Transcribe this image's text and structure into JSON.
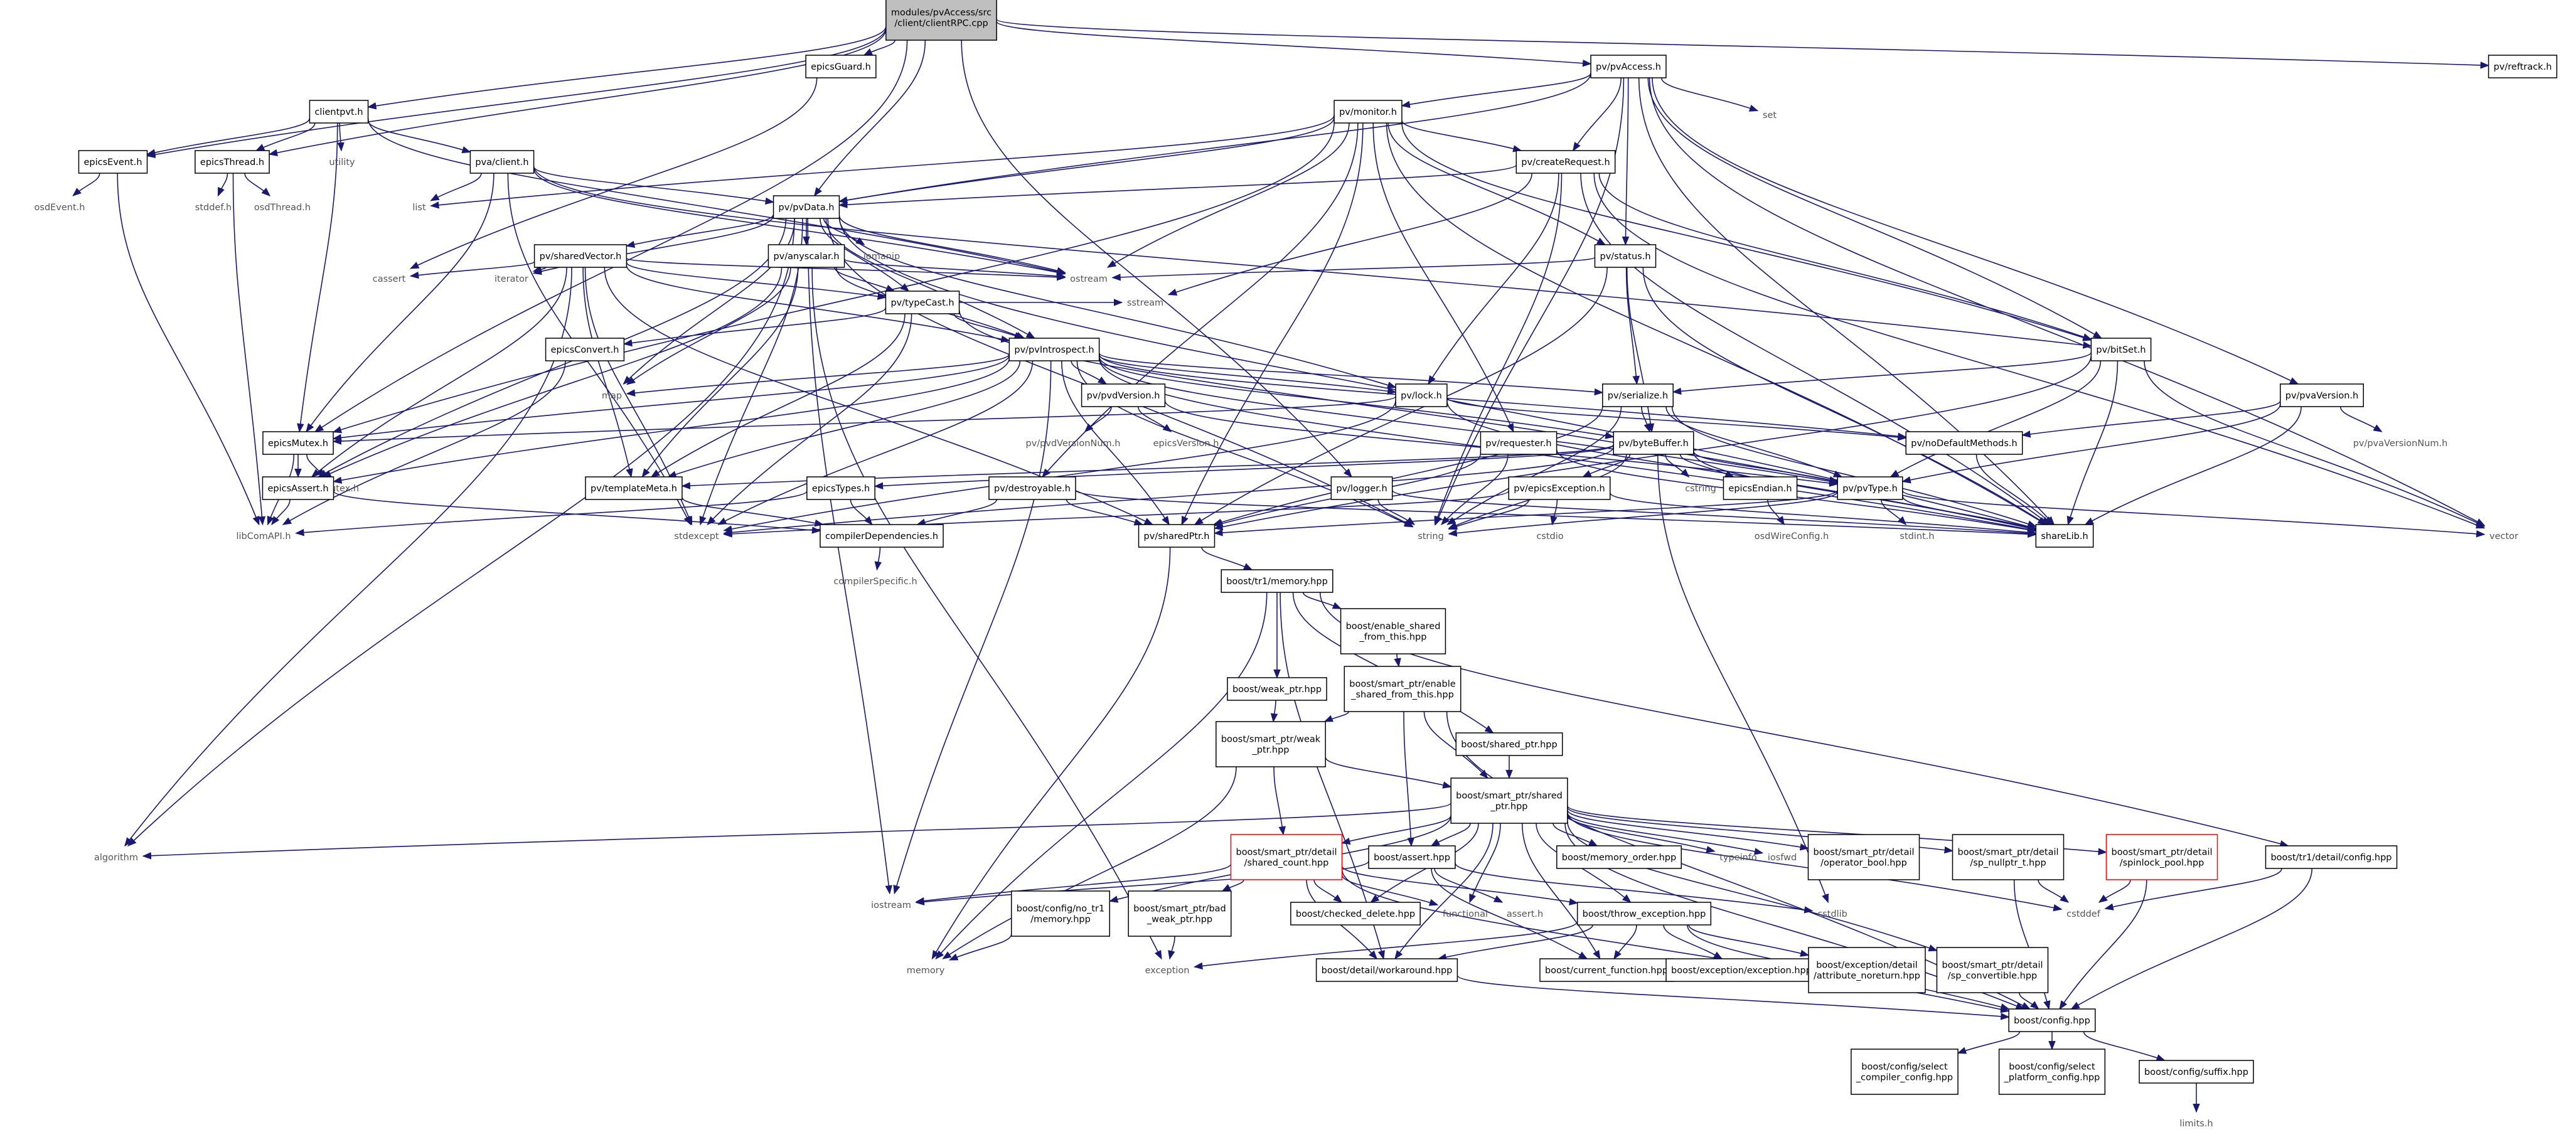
{
  "style": {
    "edge_color": "#191970",
    "box_border": "#000000",
    "external_border": "#bfbfbf",
    "root_fill": "#bfbfbf",
    "unexpanded_border": "#ff0000",
    "text_color": "#000000",
    "external_text": "#555555"
  },
  "nodes": [
    {
      "id": "root",
      "lines": [
        "modules/pvAccess/src",
        "/client/clientRPC.cpp"
      ],
      "kind": "root"
    },
    {
      "id": "epicsGuard",
      "lines": [
        "epicsGuard.h"
      ],
      "kind": "box"
    },
    {
      "id": "pvAccess",
      "lines": [
        "pv/pvAccess.h"
      ],
      "kind": "box"
    },
    {
      "id": "reftrack",
      "lines": [
        "pv/reftrack.h"
      ],
      "kind": "box"
    },
    {
      "id": "clientpvt",
      "lines": [
        "clientpvt.h"
      ],
      "kind": "box"
    },
    {
      "id": "set",
      "lines": [
        "set"
      ],
      "kind": "ext"
    },
    {
      "id": "monitor",
      "lines": [
        "pv/monitor.h"
      ],
      "kind": "box"
    },
    {
      "id": "epicsEvent",
      "lines": [
        "epicsEvent.h"
      ],
      "kind": "box"
    },
    {
      "id": "epicsThread",
      "lines": [
        "epicsThread.h"
      ],
      "kind": "box"
    },
    {
      "id": "utility",
      "lines": [
        "utility"
      ],
      "kind": "ext"
    },
    {
      "id": "pvaclient",
      "lines": [
        "pva/client.h"
      ],
      "kind": "box"
    },
    {
      "id": "createRequest",
      "lines": [
        "pv/createRequest.h"
      ],
      "kind": "box"
    },
    {
      "id": "osdEvent",
      "lines": [
        "osdEvent.h"
      ],
      "kind": "ext"
    },
    {
      "id": "stddef",
      "lines": [
        "stddef.h"
      ],
      "kind": "ext"
    },
    {
      "id": "osdThread",
      "lines": [
        "osdThread.h"
      ],
      "kind": "ext"
    },
    {
      "id": "list",
      "lines": [
        "list"
      ],
      "kind": "ext"
    },
    {
      "id": "pvData",
      "lines": [
        "pv/pvData.h"
      ],
      "kind": "box"
    },
    {
      "id": "iomanip",
      "lines": [
        "iomanip"
      ],
      "kind": "ext"
    },
    {
      "id": "status",
      "lines": [
        "pv/status.h"
      ],
      "kind": "box"
    },
    {
      "id": "sharedVector",
      "lines": [
        "pv/sharedVector.h"
      ],
      "kind": "box"
    },
    {
      "id": "anyscalar",
      "lines": [
        "pv/anyscalar.h"
      ],
      "kind": "box"
    },
    {
      "id": "cassert",
      "lines": [
        "cassert"
      ],
      "kind": "ext"
    },
    {
      "id": "iterator",
      "lines": [
        "iterator"
      ],
      "kind": "ext"
    },
    {
      "id": "ostream",
      "lines": [
        "ostream"
      ],
      "kind": "ext"
    },
    {
      "id": "typeCast",
      "lines": [
        "pv/typeCast.h"
      ],
      "kind": "box"
    },
    {
      "id": "sstream",
      "lines": [
        "sstream"
      ],
      "kind": "ext"
    },
    {
      "id": "bitSet",
      "lines": [
        "pv/bitSet.h"
      ],
      "kind": "box"
    },
    {
      "id": "pvaVersion",
      "lines": [
        "pv/pvaVersion.h"
      ],
      "kind": "box"
    },
    {
      "id": "epicsConvert",
      "lines": [
        "epicsConvert.h"
      ],
      "kind": "box"
    },
    {
      "id": "pvIntrospect",
      "lines": [
        "pv/pvIntrospect.h"
      ],
      "kind": "box"
    },
    {
      "id": "map",
      "lines": [
        "map"
      ],
      "kind": "ext"
    },
    {
      "id": "pvdVersion",
      "lines": [
        "pv/pvdVersion.h"
      ],
      "kind": "box"
    },
    {
      "id": "lock",
      "lines": [
        "pv/lock.h"
      ],
      "kind": "box"
    },
    {
      "id": "serialize",
      "lines": [
        "pv/serialize.h"
      ],
      "kind": "box"
    },
    {
      "id": "noDefaultMethods",
      "lines": [
        "pv/noDefaultMethods.h"
      ],
      "kind": "box"
    },
    {
      "id": "pvaVersionNum",
      "lines": [
        "pv/pvaVersionNum.h"
      ],
      "kind": "ext"
    },
    {
      "id": "epicsMutex",
      "lines": [
        "epicsMutex.h"
      ],
      "kind": "box"
    },
    {
      "id": "pvdVersionNum",
      "lines": [
        "pv/pvdVersionNum.h"
      ],
      "kind": "ext"
    },
    {
      "id": "epicsVersion",
      "lines": [
        "epicsVersion.h"
      ],
      "kind": "ext"
    },
    {
      "id": "requester",
      "lines": [
        "pv/requester.h"
      ],
      "kind": "box"
    },
    {
      "id": "byteBuffer",
      "lines": [
        "pv/byteBuffer.h"
      ],
      "kind": "box"
    },
    {
      "id": "osdMutex",
      "lines": [
        "osdMutex.h"
      ],
      "kind": "ext"
    },
    {
      "id": "epicsAssert",
      "lines": [
        "epicsAssert.h"
      ],
      "kind": "box"
    },
    {
      "id": "templateMeta",
      "lines": [
        "pv/templateMeta.h"
      ],
      "kind": "box"
    },
    {
      "id": "epicsTypes",
      "lines": [
        "epicsTypes.h"
      ],
      "kind": "box"
    },
    {
      "id": "destroyable",
      "lines": [
        "pv/destroyable.h"
      ],
      "kind": "box"
    },
    {
      "id": "pvlogger",
      "lines": [
        "pv/logger.h"
      ],
      "kind": "box"
    },
    {
      "id": "epicsException",
      "lines": [
        "pv/epicsException.h"
      ],
      "kind": "box"
    },
    {
      "id": "cstring",
      "lines": [
        "cstring"
      ],
      "kind": "ext"
    },
    {
      "id": "epicsEndian",
      "lines": [
        "epicsEndian.h"
      ],
      "kind": "box"
    },
    {
      "id": "pvType",
      "lines": [
        "pv/pvType.h"
      ],
      "kind": "box"
    },
    {
      "id": "libComAPI",
      "lines": [
        "libComAPI.h"
      ],
      "kind": "ext"
    },
    {
      "id": "stdexcept",
      "lines": [
        "stdexcept"
      ],
      "kind": "ext"
    },
    {
      "id": "compilerDependencies",
      "lines": [
        "compilerDependencies.h"
      ],
      "kind": "box"
    },
    {
      "id": "sharedPtr",
      "lines": [
        "pv/sharedPtr.h"
      ],
      "kind": "box"
    },
    {
      "id": "string",
      "lines": [
        "string"
      ],
      "kind": "ext"
    },
    {
      "id": "cstdio",
      "lines": [
        "cstdio"
      ],
      "kind": "ext"
    },
    {
      "id": "stdintH",
      "lines": [
        "stdint.h"
      ],
      "kind": "ext"
    },
    {
      "id": "osdWireConfig",
      "lines": [
        "osdWireConfig.h"
      ],
      "kind": "ext"
    },
    {
      "id": "shareLib",
      "lines": [
        "shareLib.h"
      ],
      "kind": "box"
    },
    {
      "id": "vector",
      "lines": [
        "vector"
      ],
      "kind": "ext"
    },
    {
      "id": "compilerSpecific",
      "lines": [
        "compilerSpecific.h"
      ],
      "kind": "ext"
    },
    {
      "id": "tr1memory",
      "lines": [
        "boost/tr1/memory.hpp"
      ],
      "kind": "box"
    },
    {
      "id": "enableShared",
      "lines": [
        "boost/enable_shared",
        "_from_this.hpp"
      ],
      "kind": "box"
    },
    {
      "id": "weakPtrHpp",
      "lines": [
        "boost/weak_ptr.hpp"
      ],
      "kind": "box"
    },
    {
      "id": "spEnableShared",
      "lines": [
        "boost/smart_ptr/enable",
        "_shared_from_this.hpp"
      ],
      "kind": "box"
    },
    {
      "id": "spWeakPtr",
      "lines": [
        "boost/smart_ptr/weak",
        "_ptr.hpp"
      ],
      "kind": "box"
    },
    {
      "id": "sharedPtrHpp",
      "lines": [
        "boost/shared_ptr.hpp"
      ],
      "kind": "box"
    },
    {
      "id": "spShared",
      "lines": [
        "boost/smart_ptr/shared",
        "_ptr.hpp"
      ],
      "kind": "box"
    },
    {
      "id": "algorithm",
      "lines": [
        "algorithm"
      ],
      "kind": "ext"
    },
    {
      "id": "sharedCount",
      "lines": [
        "boost/smart_ptr/detail",
        "/shared_count.hpp"
      ],
      "kind": "red"
    },
    {
      "id": "assertHpp",
      "lines": [
        "boost/assert.hpp"
      ],
      "kind": "box"
    },
    {
      "id": "memoryOrder",
      "lines": [
        "boost/memory_order.hpp"
      ],
      "kind": "box"
    },
    {
      "id": "typeinfo",
      "lines": [
        "typeinfo"
      ],
      "kind": "ext"
    },
    {
      "id": "iosfwd",
      "lines": [
        "iosfwd"
      ],
      "kind": "ext"
    },
    {
      "id": "operatorBool",
      "lines": [
        "boost/smart_ptr/detail",
        "/operator_bool.hpp"
      ],
      "kind": "box"
    },
    {
      "id": "spNullptr",
      "lines": [
        "boost/smart_ptr/detail",
        "/sp_nullptr_t.hpp"
      ],
      "kind": "box"
    },
    {
      "id": "spinlockPool",
      "lines": [
        "boost/smart_ptr/detail",
        "/spinlock_pool.hpp"
      ],
      "kind": "red"
    },
    {
      "id": "tr1Config",
      "lines": [
        "boost/tr1/detail/config.hpp"
      ],
      "kind": "box"
    },
    {
      "id": "iostream",
      "lines": [
        "iostream"
      ],
      "kind": "ext"
    },
    {
      "id": "noTr1",
      "lines": [
        "boost/config/no_tr1",
        "/memory.hpp"
      ],
      "kind": "box"
    },
    {
      "id": "badWeak",
      "lines": [
        "boost/smart_ptr/bad",
        "_weak_ptr.hpp"
      ],
      "kind": "box"
    },
    {
      "id": "checkedDelete",
      "lines": [
        "boost/checked_delete.hpp"
      ],
      "kind": "box"
    },
    {
      "id": "functional",
      "lines": [
        "functional"
      ],
      "kind": "ext"
    },
    {
      "id": "assertH",
      "lines": [
        "assert.h"
      ],
      "kind": "ext"
    },
    {
      "id": "throwException",
      "lines": [
        "boost/throw_exception.hpp"
      ],
      "kind": "box"
    },
    {
      "id": "cstdlib",
      "lines": [
        "cstdlib"
      ],
      "kind": "ext"
    },
    {
      "id": "cstddef",
      "lines": [
        "cstddef"
      ],
      "kind": "ext"
    },
    {
      "id": "memory",
      "lines": [
        "memory"
      ],
      "kind": "ext"
    },
    {
      "id": "exception",
      "lines": [
        "exception"
      ],
      "kind": "ext"
    },
    {
      "id": "workaround",
      "lines": [
        "boost/detail/workaround.hpp"
      ],
      "kind": "box"
    },
    {
      "id": "currentFunction",
      "lines": [
        "boost/current_function.hpp"
      ],
      "kind": "box"
    },
    {
      "id": "exceptionHpp",
      "lines": [
        "boost/exception/exception.hpp"
      ],
      "kind": "box"
    },
    {
      "id": "noreturn",
      "lines": [
        "boost/exception/detail",
        "/attribute_noreturn.hpp"
      ],
      "kind": "box"
    },
    {
      "id": "spConvertible",
      "lines": [
        "boost/smart_ptr/detail",
        "/sp_convertible.hpp"
      ],
      "kind": "box"
    },
    {
      "id": "configHpp",
      "lines": [
        "boost/config.hpp"
      ],
      "kind": "box"
    },
    {
      "id": "selectCompiler",
      "lines": [
        "boost/config/select",
        "_compiler_config.hpp"
      ],
      "kind": "box"
    },
    {
      "id": "selectPlatform",
      "lines": [
        "boost/config/select",
        "_platform_config.hpp"
      ],
      "kind": "box"
    },
    {
      "id": "suffix",
      "lines": [
        "boost/config/suffix.hpp"
      ],
      "kind": "box"
    },
    {
      "id": "limits",
      "lines": [
        "limits.h"
      ],
      "kind": "ext"
    }
  ]
}
